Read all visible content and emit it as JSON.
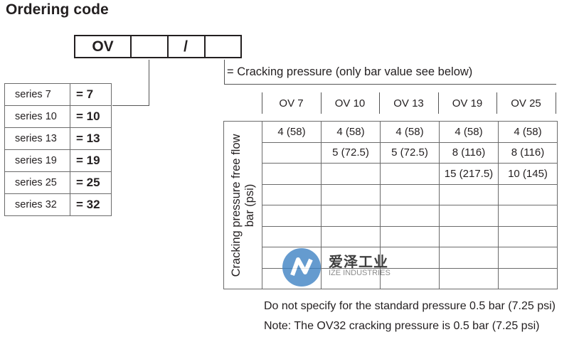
{
  "title": "Ordering code",
  "code_boxes": [
    "OV",
    "",
    "/",
    ""
  ],
  "series": [
    {
      "label": "series  7",
      "value": "=  7"
    },
    {
      "label": "series 10",
      "value": "= 10"
    },
    {
      "label": "series 13",
      "value": "= 13"
    },
    {
      "label": "series 19",
      "value": "= 19"
    },
    {
      "label": "series 25",
      "value": "= 25"
    },
    {
      "label": "series 32",
      "value": "= 32"
    }
  ],
  "cracking_label": "= Cracking pressure (only bar value see below)",
  "pressure_table": {
    "side_label_line1": "Cracking pressure free flow",
    "side_label_line2": "bar (psi)",
    "columns": [
      "OV 7",
      "OV 10",
      "OV 13",
      "OV 19",
      "OV 25"
    ],
    "rows": [
      [
        "4 (58)",
        "4 (58)",
        "4 (58)",
        "4 (58)",
        "4 (58)"
      ],
      [
        "",
        "5 (72.5)",
        "5 (72.5)",
        "8 (116)",
        "8 (116)"
      ],
      [
        "",
        "",
        "",
        "15 (217.5)",
        "10 (145)"
      ],
      [
        "",
        "",
        "",
        "",
        ""
      ],
      [
        "",
        "",
        "",
        "",
        ""
      ],
      [
        "",
        "",
        "",
        "",
        ""
      ],
      [
        "",
        "",
        "",
        "",
        ""
      ],
      [
        "",
        "",
        "",
        "",
        ""
      ]
    ]
  },
  "notes": [
    "Do not specify for the standard pressure 0.5 bar (7.25 psi)",
    "Note: The OV32 cracking pressure is 0.5 bar (7.25 psi)"
  ],
  "watermark": {
    "cn": "爱泽工业",
    "en": "IZE INDUSTRIES",
    "color": "#3f83c4"
  }
}
